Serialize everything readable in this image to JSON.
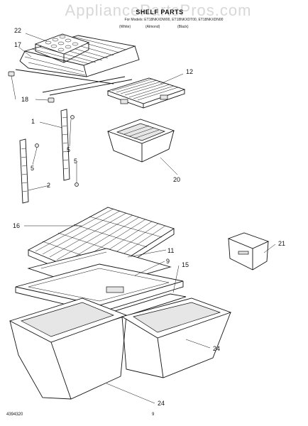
{
  "header": {
    "watermark": "AppliancePartsPros.com",
    "title": "SHELF PARTS",
    "models": "For Models: ET18NKXDW00, ET18NKXDT00, ET18NKXDN00",
    "colors": [
      "(White)",
      "(Almond)",
      "(Black)"
    ]
  },
  "callouts": [
    "22",
    "17",
    "12",
    "18",
    "1",
    "5",
    "5",
    "5",
    "2",
    "20",
    "16",
    "11",
    "9",
    "15",
    "21",
    "24",
    "24"
  ],
  "footer": {
    "part_number": "4394320",
    "page_number": "9"
  }
}
